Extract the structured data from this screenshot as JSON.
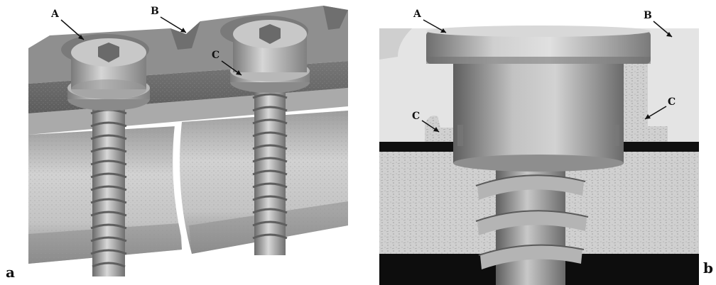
{
  "panels": [
    {
      "id": "a",
      "letter": "a",
      "callouts": [
        {
          "label": "A"
        },
        {
          "label": "B"
        },
        {
          "label": "C"
        }
      ]
    },
    {
      "id": "b",
      "letter": "b",
      "callouts": [
        {
          "label": "A"
        },
        {
          "label": "B"
        },
        {
          "label": "C"
        },
        {
          "label": "C"
        }
      ]
    }
  ],
  "colors": {
    "background": "#ffffff",
    "plate_top": "#8e8e8e",
    "plate_side": "#6e6e6e",
    "bone": "#c9c9c9",
    "screw_light": "#d4d4d4",
    "screw_mid": "#a8a8a8",
    "screw_dark": "#6a6a6a",
    "floor": "#0f0f0f",
    "cavity": "#e6e6e6"
  }
}
